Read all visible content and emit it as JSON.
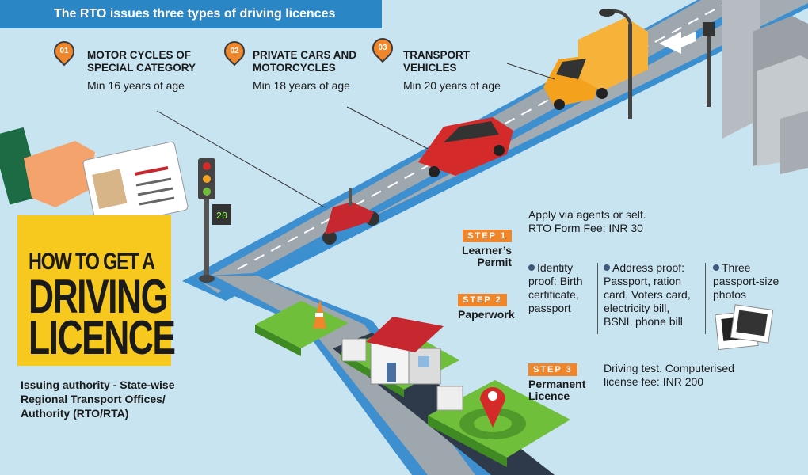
{
  "banner": {
    "title": "The RTO issues three types of driving licences"
  },
  "categories": [
    {
      "num": "01",
      "title_line1": "MOTOR CYCLES OF",
      "title_line2": "SPECIAL CATEGORY",
      "age": "Min 16 years of age"
    },
    {
      "num": "02",
      "title_line1": "PRIVATE CARS AND",
      "title_line2": "MOTORCYCLES",
      "age": "Min 18 years of age"
    },
    {
      "num": "03",
      "title_line1": "TRANSPORT",
      "title_line2": "VEHICLES",
      "age": "Min 20 years of age"
    }
  ],
  "headline": {
    "line1": "HOW TO GET A",
    "line2": "DRIVING",
    "line3": "LICENCE"
  },
  "authority": {
    "line1": "Issuing authority - State-wise",
    "line2": "Regional Transport Offices/",
    "line3": "Authority (RTO/RTA)"
  },
  "sign": {
    "speed": "20"
  },
  "steps": {
    "step1": {
      "badge": "STEP 1",
      "name_line1": "Learner’s",
      "name_line2": "Permit",
      "desc_line1": "Apply via agents or self.",
      "desc_line2": "RTO Form Fee: INR 30"
    },
    "step2": {
      "badge": "STEP 2",
      "name": "Paperwork",
      "docs": [
        {
          "lines": [
            "Identity",
            "proof: Birth",
            "certificate,",
            "passport"
          ]
        },
        {
          "lines": [
            "Address proof:",
            "Passport, ration",
            "card, Voters card,",
            "electricity bill,",
            "BSNL phone bill"
          ]
        },
        {
          "lines": [
            "Three",
            "passport-size",
            "photos"
          ]
        }
      ]
    },
    "step3": {
      "badge": "STEP 3",
      "name_line1": "Permanent",
      "name_line2": "Licence",
      "desc_line1": "Driving test. Computerised",
      "desc_line2": "license fee: INR 200"
    }
  },
  "colors": {
    "banner": "#2b86c5",
    "accent_orange": "#f0862b",
    "headline_yellow": "#f7c81e",
    "road_blue": "#3a8fd1",
    "road_grey": "#9aa3ab",
    "car_red": "#d42a2a",
    "truck_orange": "#f4a21e",
    "grass_green": "#6fbf3a"
  }
}
